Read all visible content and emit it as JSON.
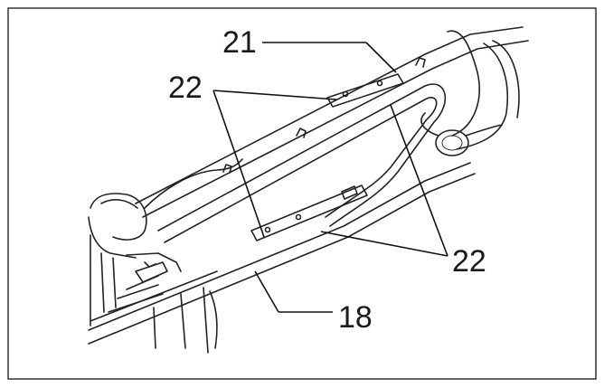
{
  "callouts": {
    "label_21": "21",
    "label_22_top": "22",
    "label_22_bottom": "22",
    "label_18": "18"
  }
}
